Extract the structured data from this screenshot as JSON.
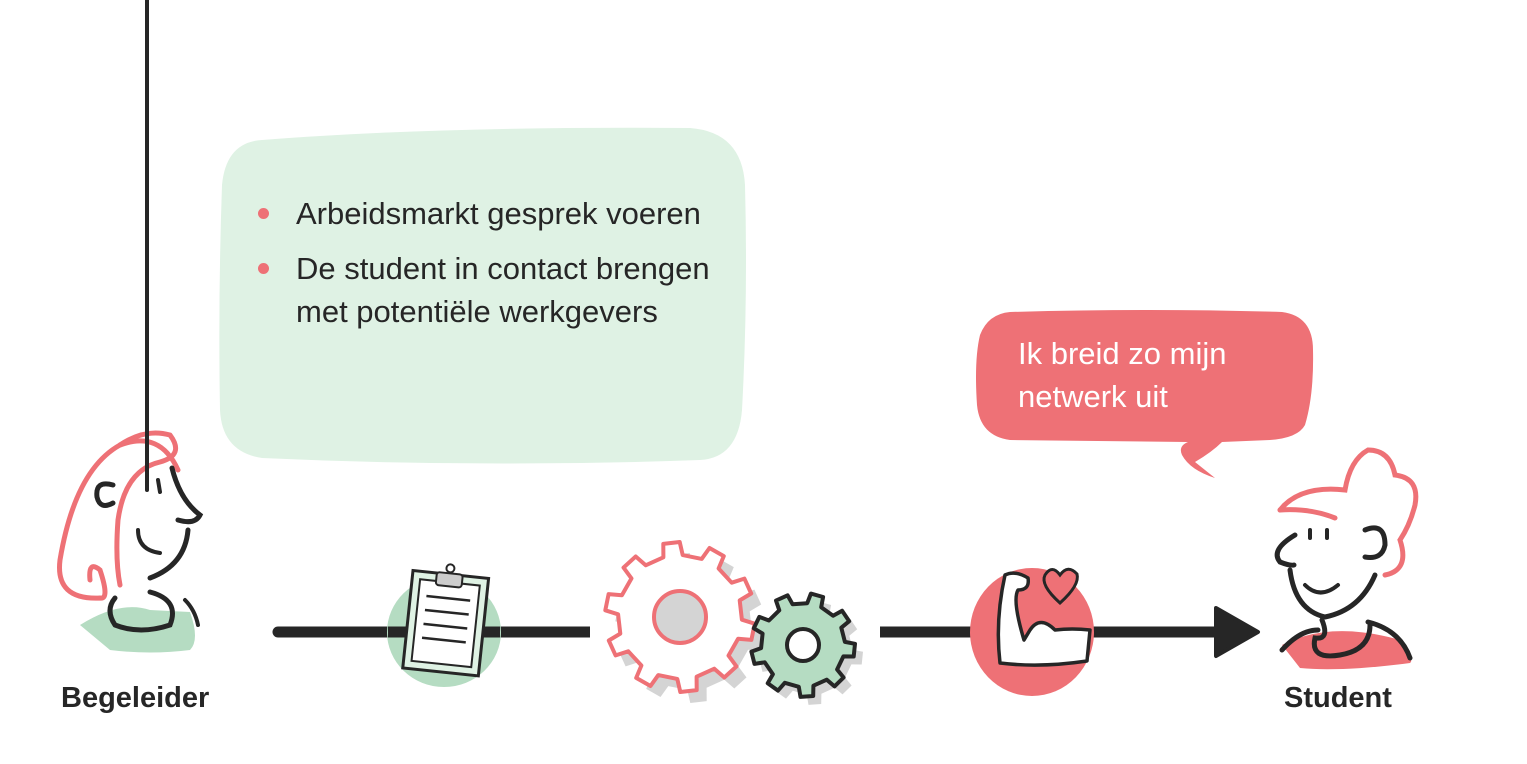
{
  "advisor_bubble": {
    "items": [
      "Arbeidsmarkt gesprek voeren",
      "De student in contact brengen met potentiële werkgevers"
    ]
  },
  "student_bubble": {
    "text": "Ik breid zo mijn netwerk uit"
  },
  "labels": {
    "left": "Begeleider",
    "right": "Student"
  },
  "colors": {
    "green_bubble": "#dff2e4",
    "green_accent": "#b5dcc2",
    "pink_accent": "#ee7176",
    "ink": "#262626"
  }
}
